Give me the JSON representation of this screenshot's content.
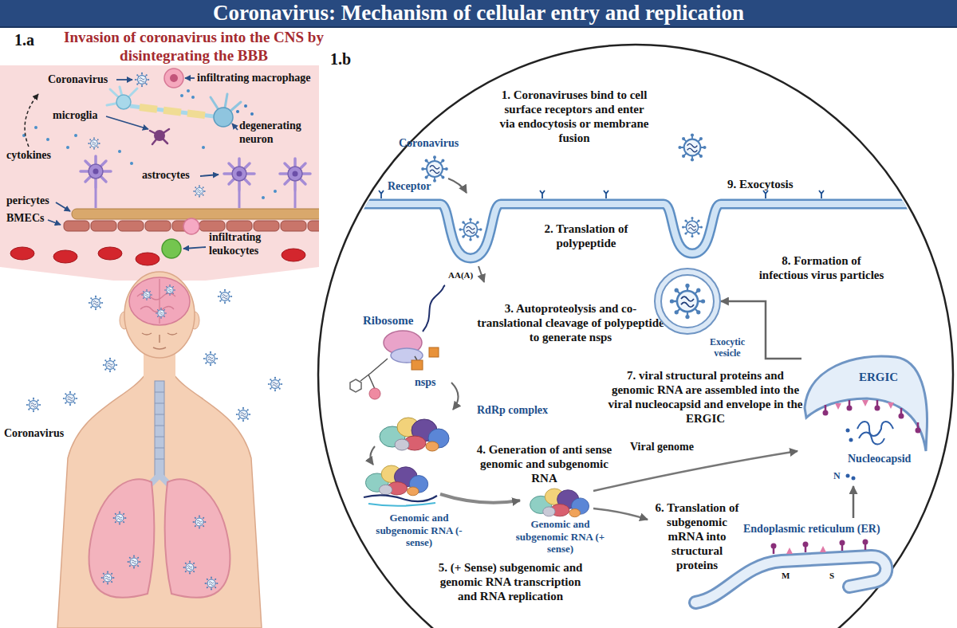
{
  "diagram": {
    "title": "Coronavirus: Mechanism of cellular entry and replication",
    "nodes": [
      {
        "text": [
          "Exocytic vesicle"
        ]
      },
      {
        "text": [
          "ERGIC",
          "Nucleocapsid",
          "N"
        ]
      },
      {
        "text": [
          "Endoplasmic reticulum (ER)",
          "M",
          "S"
        ]
      }
    ],
    "edges": [
      {
        "from": 2,
        "to": 1,
        "arrow": "to"
      },
      {
        "from": 1,
        "to": 0,
        "arrow": "to"
      }
    ],
    "labels": [
      "1.a",
      "Invasion of coronavirus into the CNS by disintegrating the BBB",
      "Coronavirus",
      "infiltrating macrophage",
      "microglia",
      "degenerating neuron",
      "cytokines",
      "astrocytes",
      "pericytes",
      "BMECs",
      "infiltrating leukocytes",
      "Coronavirus",
      "1.b",
      "1. Coronaviruses bind to cell surface receptors and enter via endocytosis or membrane fusion",
      "Coronavirus",
      "Receptor",
      "9. Exocytosis",
      "2. Translation of polypeptide",
      "8. Formation of infectious virus particles",
      "AA(A)",
      "Ribosome",
      "3. Autoproteolysis and co-translational cleavage of polypeptide to generate nsps",
      "nsps",
      "7. viral structural proteins and genomic RNA are assembled into the viral nucleocapsid and envelope in the ERGIC",
      "RdRp complex",
      "4. Generation of anti sense genomic and subgenomic RNA",
      "Viral genome",
      "Genomic and subgenomic RNA (- sense)",
      "Genomic and subgenomic RNA (+ sense)",
      "6. Translation of subgenomic mRNA into structural proteins",
      "5. (+ Sense) subgenomic and genomic RNA transcription and RNA replication"
    ]
  }
}
